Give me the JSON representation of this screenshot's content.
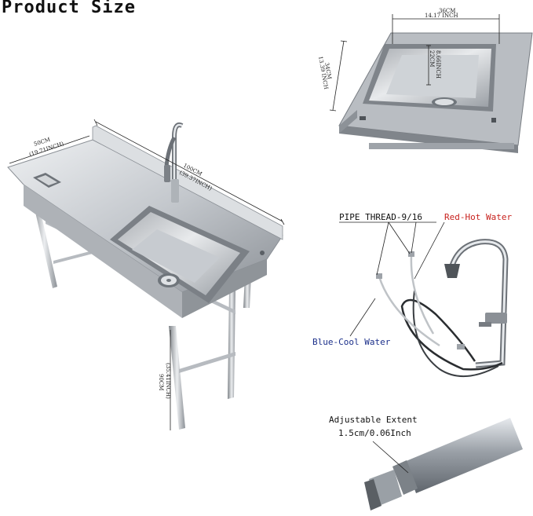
{
  "title": "Product Size",
  "sink_dimensions": {
    "depth_cm": "50CM",
    "depth_inch": "(19.71INCH)",
    "length_cm": "100CM",
    "length_inch": "(39.37INCH)",
    "height_cm": "90CM",
    "height_inch": "(35.41INCH)"
  },
  "basin_dimensions": {
    "width_cm": "36CM",
    "width_inch": "14.17 INCH",
    "depth_cm": "22CM",
    "depth_inch": "8.66INCH",
    "length_cm": "34CM",
    "length_inch": "13.39 INCH"
  },
  "faucet_labels": {
    "pipe_thread": "PIPE THREAD-9/16",
    "hot_water": "Red-Hot Water",
    "cool_water": "Blue-Cool Water"
  },
  "leg_labels": {
    "heading": "Adjustable Extent",
    "range": "1.5cm/0.06Inch"
  },
  "colors": {
    "hot": "#c8221e",
    "cool": "#1b2f8a",
    "steel": "#c9ccd0"
  }
}
